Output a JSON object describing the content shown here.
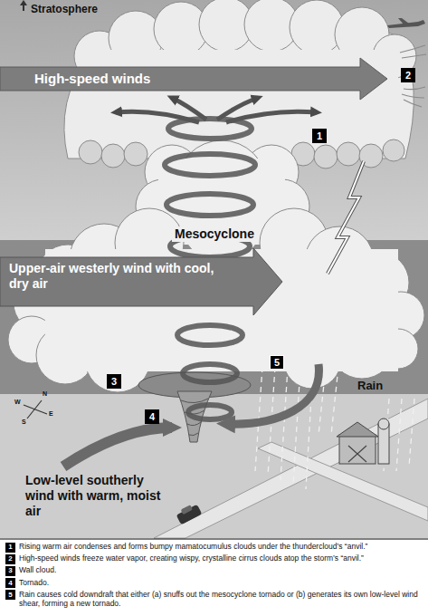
{
  "diagram": {
    "nodes": [
      {
        "text": [
          "2"
        ]
      },
      {
        "text": [
          "1"
        ]
      },
      {
        "text": [
          "5"
        ]
      },
      {
        "text": [
          "3"
        ]
      },
      {
        "text": [
          "4"
        ]
      },
      {
        "text": [
          "1"
        ]
      },
      {
        "text": [
          "2"
        ]
      },
      {
        "text": [
          "3"
        ]
      },
      {
        "text": [
          "4"
        ]
      },
      {
        "text": [
          "5"
        ]
      }
    ],
    "labels": [
      "Stratosphere",
      "High-speed winds",
      "Mesocyclone",
      "Upper-air westerly wind with cool, dry air",
      "Rain",
      "N",
      "W",
      "E",
      "S",
      "Low-level southerly wind with warm, moist air",
      "Rising warm air condenses and forms bumpy mamatocumulus clouds under the thundercloud’s “anvil.”",
      "High-speed winds freeze water vapor, creating wispy, crystalline cirrus clouds atop the storm’s “anvil.”",
      "Wall cloud.",
      "Tornado.",
      "Rain causes cold downdraft that either (a) snuffs out the mesocyclone tornado or (b) generates its own low-level wind shear, forming a new tornado."
    ]
  }
}
